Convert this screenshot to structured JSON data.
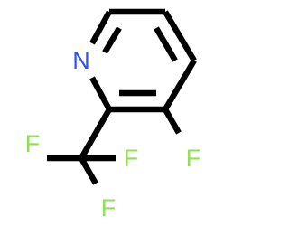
{
  "molecule": {
    "atoms": {
      "nitrogen": "N",
      "ring_fluorine": "F",
      "cf3_fluorine_left": "F",
      "cf3_fluorine_bottom": "F",
      "cf3_fluorine_right": "F"
    }
  },
  "colors": {
    "nitrogen": "#3050F8",
    "fluorine": "#90E050",
    "bond": "#000000",
    "background": "#FFFFFF"
  }
}
